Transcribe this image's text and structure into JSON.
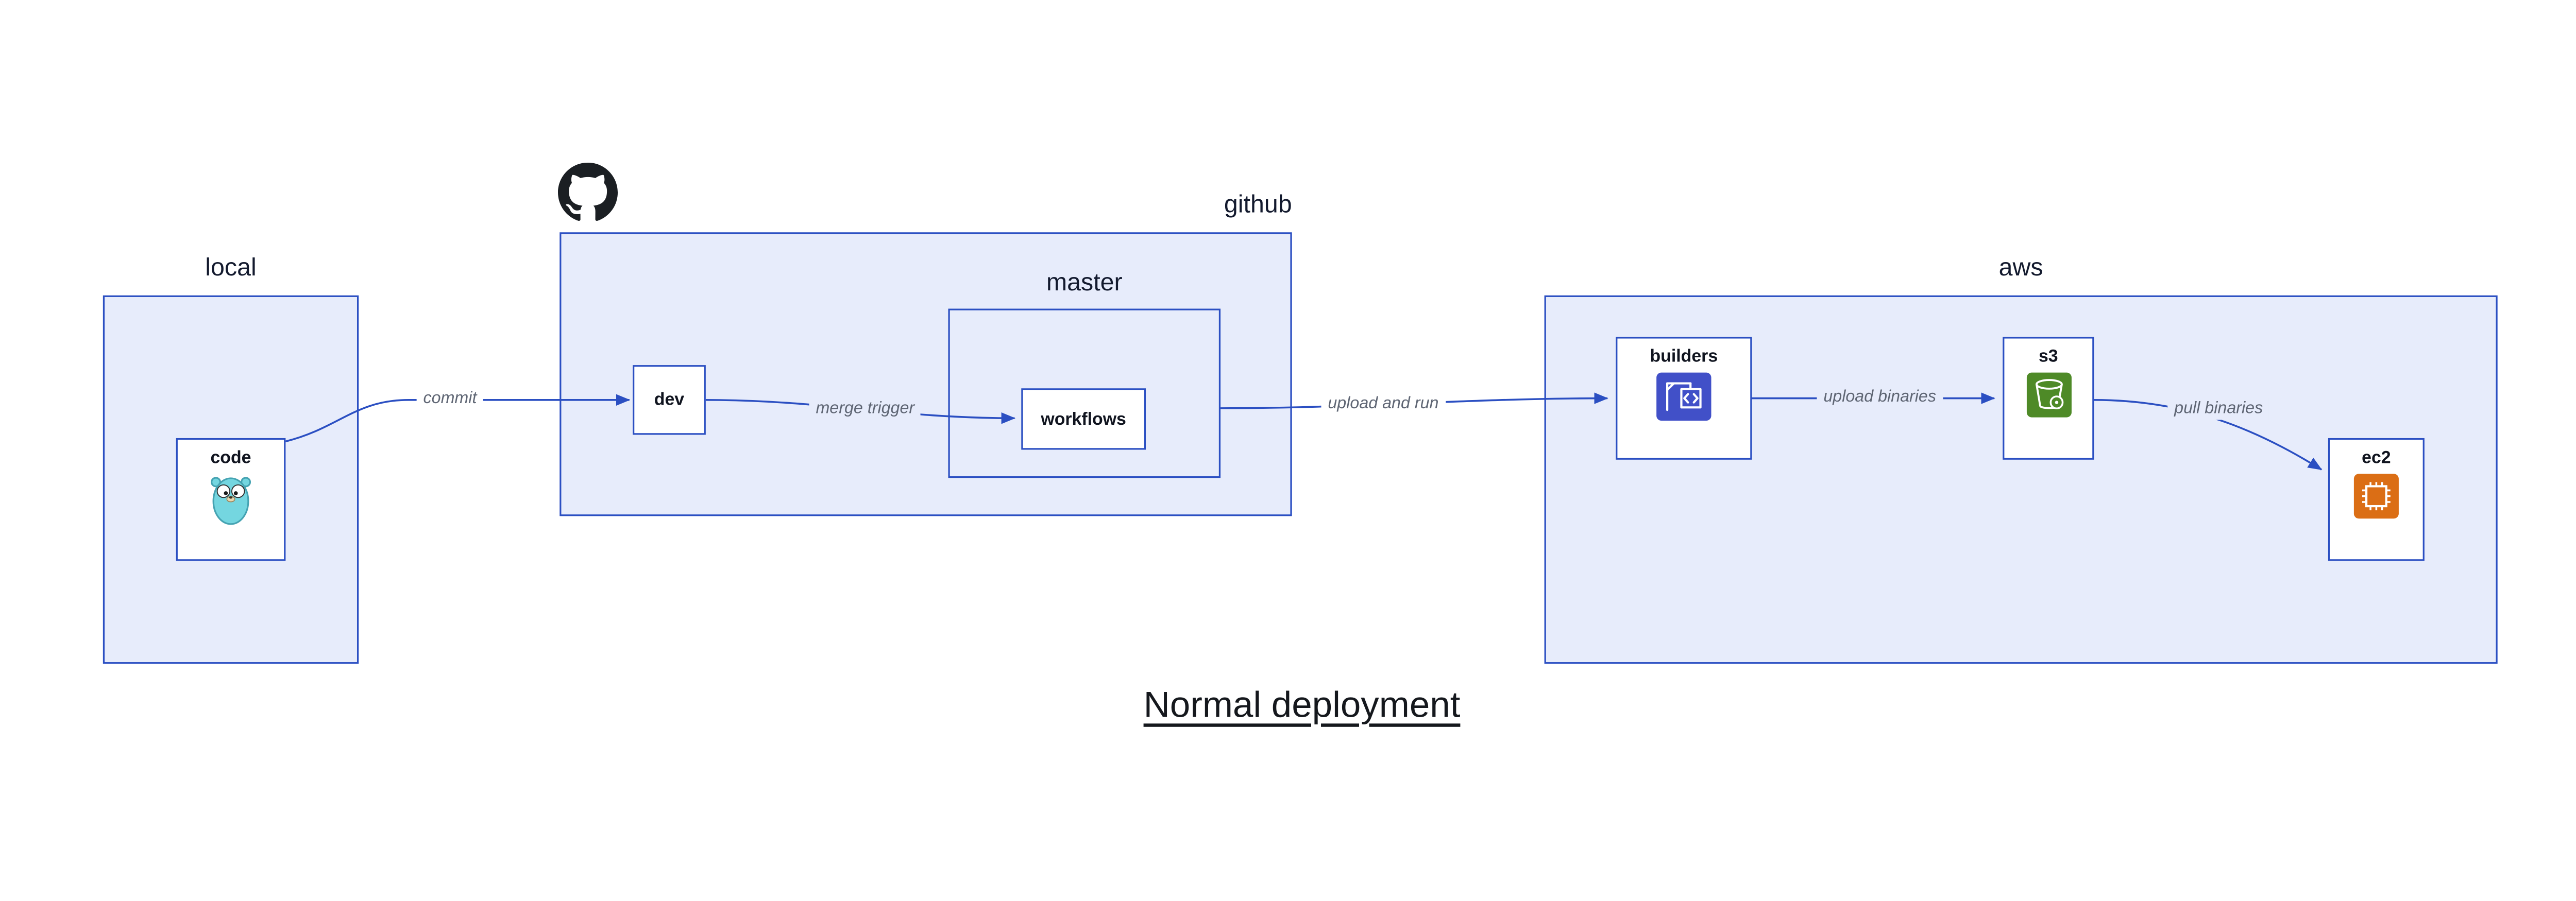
{
  "title": "Normal deployment",
  "diagram": {
    "containers": [
      {
        "id": "local",
        "label": "local"
      },
      {
        "id": "github",
        "label": "github"
      },
      {
        "id": "master",
        "label": "master",
        "parent": "github"
      },
      {
        "id": "aws",
        "label": "aws"
      }
    ],
    "nodes": [
      {
        "id": "code",
        "label": "code",
        "parent": "local",
        "icon": "go-gopher-icon"
      },
      {
        "id": "dev",
        "label": "dev",
        "parent": "github"
      },
      {
        "id": "workflows",
        "label": "workflows",
        "parent": "master"
      },
      {
        "id": "builders",
        "label": "builders",
        "parent": "aws",
        "icon": "codebuild-crane-icon"
      },
      {
        "id": "s3",
        "label": "s3",
        "parent": "aws",
        "icon": "s3-bucket-icon"
      },
      {
        "id": "ec2",
        "label": "ec2",
        "parent": "aws",
        "icon": "ec2-chip-icon"
      }
    ],
    "edges": [
      {
        "from": "code",
        "to": "dev",
        "label": "commit"
      },
      {
        "from": "dev",
        "to": "workflows",
        "label": "merge trigger"
      },
      {
        "from": "master",
        "to": "builders",
        "label": "upload and run"
      },
      {
        "from": "builders",
        "to": "s3",
        "label": "upload binaries"
      },
      {
        "from": "s3",
        "to": "ec2",
        "label": "pull binaries"
      }
    ],
    "badges": [
      {
        "id": "github-logo",
        "icon": "github-octocat-icon"
      }
    ]
  },
  "colors": {
    "background": "#FFFFFF",
    "container_fill": "#E7ECFB",
    "stroke": "#2B4FC2",
    "node_fill": "#FFFFFF",
    "edge": "#2B4FC2",
    "edge_label": "#5E6573",
    "label": "#131A2E",
    "gopher_teal": "#74D6E0",
    "codebuild_blue": "#4150C8",
    "s3_green": "#4E8A27",
    "ec2_orange": "#DB6E15",
    "github_black": "#1B1F23"
  }
}
